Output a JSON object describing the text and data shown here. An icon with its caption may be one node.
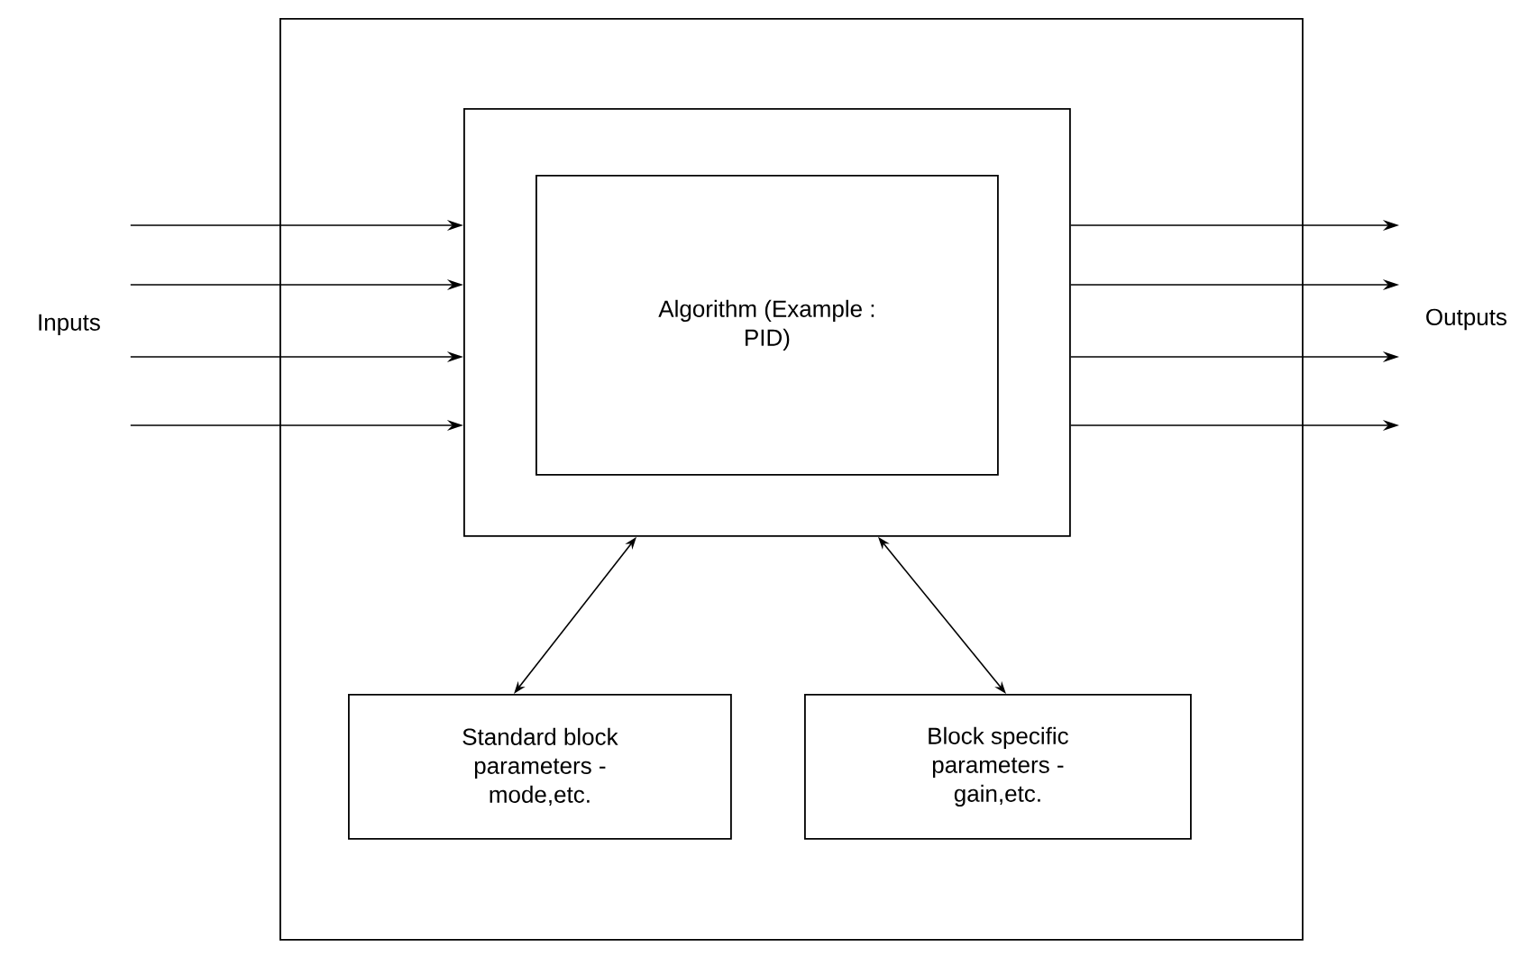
{
  "diagram": {
    "nodes": [
      {
        "text": [],
        "shape": "box"
      },
      {
        "text": [],
        "shape": "box",
        "in": 0
      },
      {
        "text": [
          "Algorithm (Example : PID)"
        ],
        "in": 1
      },
      {
        "text": [
          "Inputs"
        ]
      },
      {
        "text": [
          "Outputs"
        ]
      },
      {
        "text": [
          "Standard block parameters - mode,etc."
        ],
        "in": 0
      },
      {
        "text": [
          "Block specific parameters - gain,etc."
        ],
        "in": 0
      }
    ],
    "edges": [
      {
        "from": 3,
        "to": 1,
        "arrow": "to"
      },
      {
        "from": 3,
        "to": 1,
        "arrow": "to"
      },
      {
        "from": 3,
        "to": 1,
        "arrow": "to"
      },
      {
        "from": 3,
        "to": 1,
        "arrow": "to"
      },
      {
        "from": 1,
        "to": 4,
        "arrow": "to"
      },
      {
        "from": 1,
        "to": 4,
        "arrow": "to"
      },
      {
        "from": 1,
        "to": 4,
        "arrow": "to"
      },
      {
        "from": 1,
        "to": 4,
        "arrow": "to"
      },
      {
        "from": 5,
        "to": 1,
        "arrow": "both"
      },
      {
        "from": 6,
        "to": 1,
        "arrow": "both"
      }
    ]
  }
}
